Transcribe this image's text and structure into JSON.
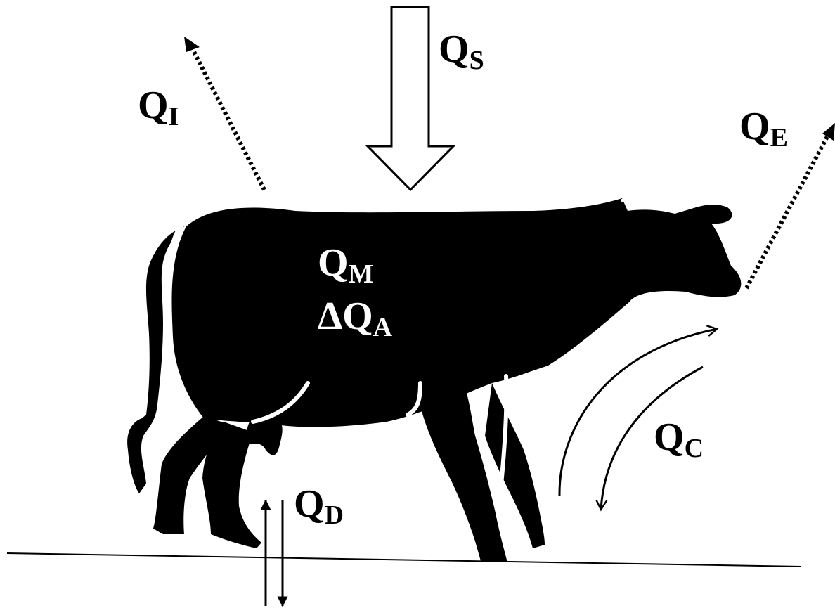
{
  "labels": {
    "solar": {
      "main": "Q",
      "sub": "S"
    },
    "infrared": {
      "main": "Q",
      "sub": "I"
    },
    "evaporation": {
      "main": "Q",
      "sub": "E"
    },
    "metabolism": {
      "main": "Q",
      "sub": "M"
    },
    "storage": {
      "main": "ΔQ",
      "sub": "A"
    },
    "convection": {
      "main": "Q",
      "sub": "C"
    },
    "conduction": {
      "main": "Q",
      "sub": "D"
    }
  },
  "colors": {
    "ink": "#000000",
    "label_on_body": "#ffffff",
    "background": "#ffffff"
  },
  "icons": {
    "animal": "cow-silhouette-icon"
  }
}
